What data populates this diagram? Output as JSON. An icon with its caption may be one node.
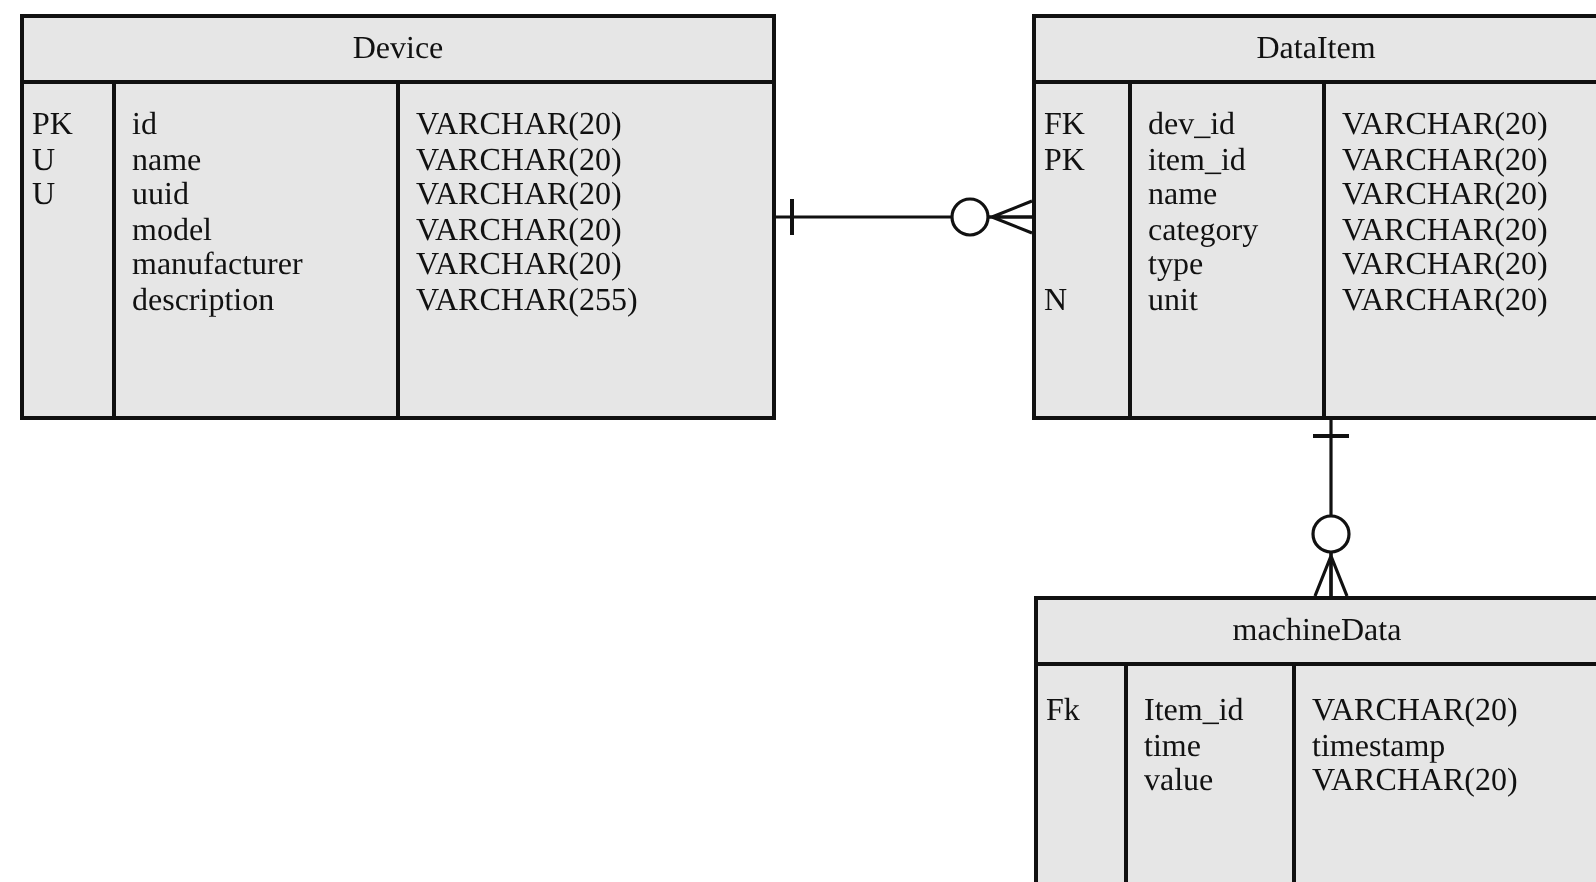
{
  "diagram": {
    "nodes": [
      {
        "text": [
          "Device"
        ]
      },
      {
        "text": [
          "PK",
          "U",
          "U"
        ],
        "in": 0
      },
      {
        "text": [
          "id",
          "name",
          "uuid",
          "model",
          "manufacturer",
          "description"
        ],
        "in": 0
      },
      {
        "text": [
          "VARCHAR(20)",
          "VARCHAR(20)",
          "VARCHAR(20)",
          "VARCHAR(20)",
          "VARCHAR(20)",
          "VARCHAR(255)"
        ],
        "in": 0
      },
      {
        "text": [
          "DataItem"
        ]
      },
      {
        "text": [
          "FK",
          "PK",
          "N"
        ],
        "in": 4
      },
      {
        "text": [
          "dev_id",
          "item_id",
          "name",
          "category",
          "type",
          "unit"
        ],
        "in": 4
      },
      {
        "text": [
          "VARCHAR(20)",
          "VARCHAR(20)",
          "VARCHAR(20)",
          "VARCHAR(20)",
          "VARCHAR(20)",
          "VARCHAR(20)"
        ],
        "in": 4
      },
      {
        "text": [
          "machineData"
        ]
      },
      {
        "text": [
          "Fk"
        ],
        "in": 8
      },
      {
        "text": [
          "Item_id",
          "time",
          "value"
        ],
        "in": 8
      },
      {
        "text": [
          "VARCHAR(20)",
          "timestamp",
          "VARCHAR(20)"
        ],
        "in": 8
      }
    ],
    "edges": [
      {
        "from": 0,
        "to": 4,
        "arrow": "other"
      },
      {
        "from": 4,
        "to": 8,
        "arrow": "other"
      }
    ]
  }
}
